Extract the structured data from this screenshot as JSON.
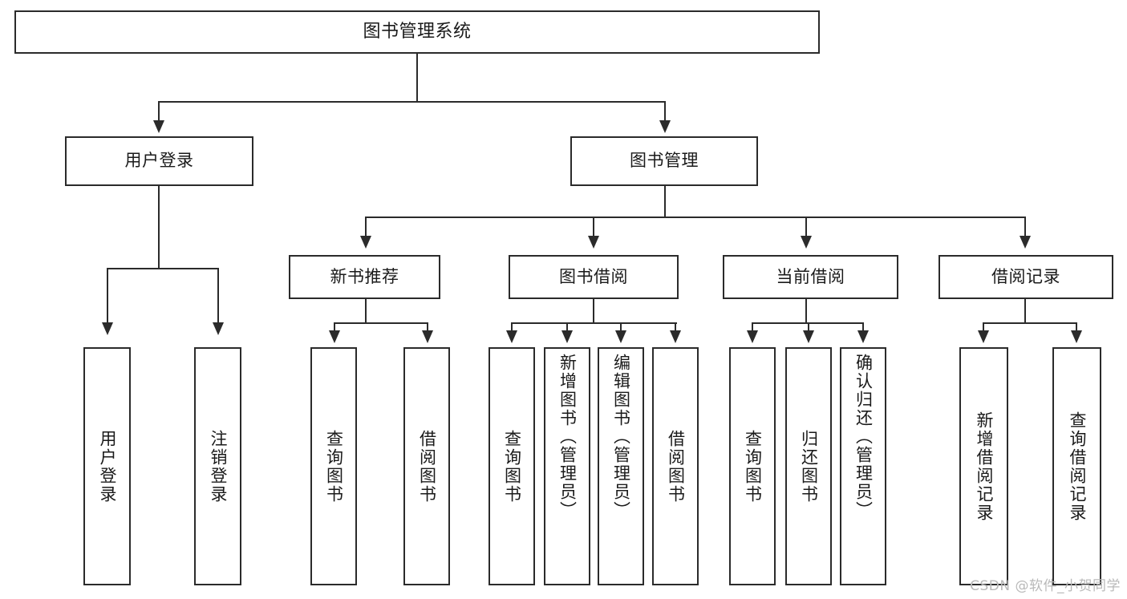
{
  "diagram": {
    "title": "图书管理系统",
    "type": "tree",
    "root": {
      "label": "图书管理系统"
    },
    "level2": [
      {
        "label": "用户登录"
      },
      {
        "label": "图书管理"
      }
    ],
    "level3": [
      {
        "label": "新书推荐"
      },
      {
        "label": "图书借阅"
      },
      {
        "label": "当前借阅"
      },
      {
        "label": "借阅记录"
      }
    ],
    "leaves": {
      "user_login": [
        {
          "label": "用户登录"
        },
        {
          "label": "注销登录"
        }
      ],
      "new_book_recommend": [
        {
          "label": "查询图书"
        },
        {
          "label": "借阅图书"
        }
      ],
      "book_borrow": [
        {
          "label": "查询图书"
        },
        {
          "label": "新增图书（管理员）"
        },
        {
          "label": "编辑图书（管理员）"
        },
        {
          "label": "借阅图书"
        }
      ],
      "current_borrow": [
        {
          "label": "查询图书"
        },
        {
          "label": "归还图书"
        },
        {
          "label": "确认归还（管理员）"
        }
      ],
      "borrow_record": [
        {
          "label": "新增借阅记录"
        },
        {
          "label": "查询借阅记录"
        }
      ]
    }
  },
  "watermark": "CSDN @软件_小贺同学",
  "colors": {
    "box_border": "#2b2b2b",
    "box_fill": "#ffffff",
    "text": "#1a1a1a",
    "connector": "#2b2b2b",
    "watermark": "#b9b9b9"
  }
}
